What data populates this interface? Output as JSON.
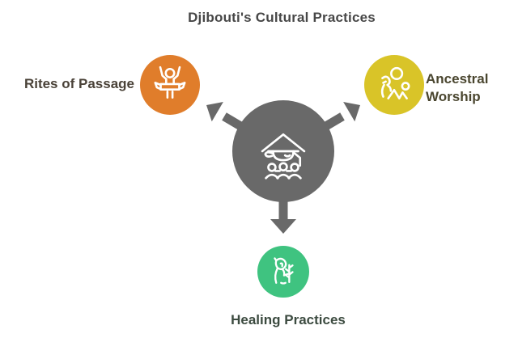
{
  "title": "Djibouti's Cultural Practices",
  "center": {
    "icon": "community-house-icon",
    "color": "#696969"
  },
  "nodes": [
    {
      "id": "rites",
      "label": "Rites of Passage",
      "color": "#e07d2b",
      "icon": "celebration-person-icon",
      "arrow_direction": "upper-left"
    },
    {
      "id": "ancestral",
      "label": "Ancestral Worship",
      "color": "#d9c428",
      "icon": "ancestor-figures-icon",
      "arrow_direction": "upper-right"
    },
    {
      "id": "healing",
      "label": "Healing Practices",
      "color": "#3fc380",
      "icon": "healer-plant-icon",
      "arrow_direction": "down"
    }
  ],
  "arrow_color": "#696969",
  "label_colors": {
    "title": "#474747",
    "rites": "#4a4238",
    "ancestral": "#4a462f",
    "healing": "#3c4b40"
  },
  "background": "#ffffff"
}
